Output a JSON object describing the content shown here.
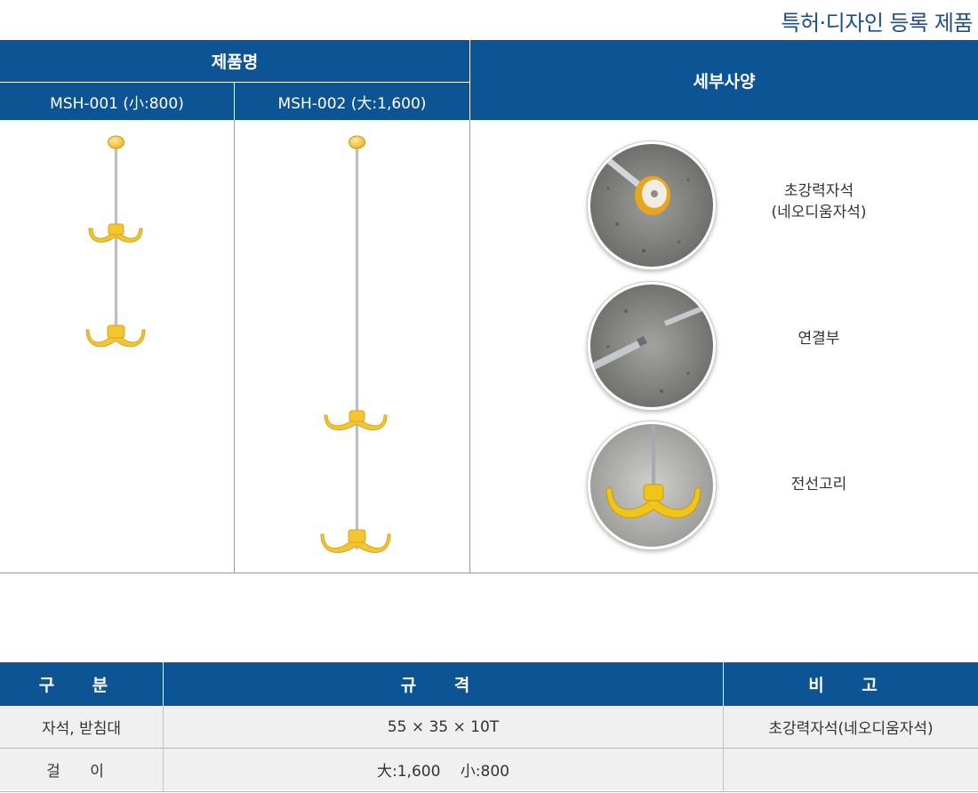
{
  "page_title": "특허·디자인 등록 제품",
  "product_table": {
    "header_product_name": "제품명",
    "header_spec": "세부사양",
    "models": [
      {
        "label": "MSH-001 (小:800)"
      },
      {
        "label": "MSH-002 (大:1,600)"
      }
    ],
    "details": [
      {
        "label_line1": "초강력자석",
        "label_line2": "(네오디움자석)",
        "icon": "magnet-photo"
      },
      {
        "label_line1": "연결부",
        "label_line2": "",
        "icon": "connector-photo"
      },
      {
        "label_line1": "전선고리",
        "label_line2": "",
        "icon": "wire-hook-photo"
      }
    ]
  },
  "spec_table": {
    "headers": [
      "구 분",
      "규 격",
      "비 고"
    ],
    "rows": [
      {
        "category": "자석, 받침대",
        "spec": "55 × 35 × 10T",
        "note": "초강력자석(네오디움자석)"
      },
      {
        "category": "걸 이",
        "spec": "大:1,600　 小:800",
        "note": ""
      }
    ]
  },
  "colors": {
    "header_bg": "#0d5494",
    "title": "#1b4f8c",
    "hook": "#f0c419",
    "rod": "#b9bec3"
  }
}
